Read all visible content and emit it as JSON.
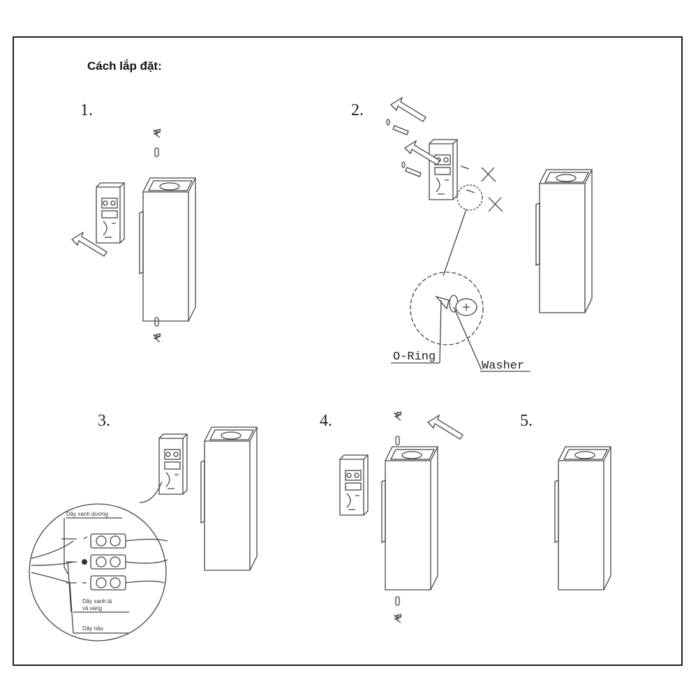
{
  "title": "Cách lắp đặt:",
  "steps": [
    {
      "number": "1."
    },
    {
      "number": "2."
    },
    {
      "number": "3."
    },
    {
      "number": "4."
    },
    {
      "number": "5."
    }
  ],
  "labels": {
    "o_ring": "O-Ring",
    "washer": "Washer",
    "wire_blue": "Dây xanh dương",
    "wire_green_yellow_1": "Dây xanh lá",
    "wire_green_yellow_2": "và vàng",
    "wire_brown": "Dây nâu"
  }
}
